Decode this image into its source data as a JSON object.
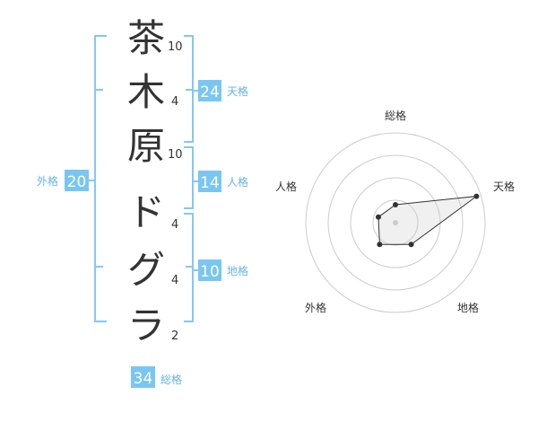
{
  "name": {
    "characters": [
      {
        "char": "茶",
        "strokes": "10"
      },
      {
        "char": "木",
        "strokes": "4"
      },
      {
        "char": "原",
        "strokes": "10"
      },
      {
        "char": "ド",
        "strokes": "4"
      },
      {
        "char": "グ",
        "strokes": "4"
      },
      {
        "char": "ラ",
        "strokes": "2"
      }
    ]
  },
  "fortunes": {
    "tenkaku": {
      "value": "24",
      "label": "天格"
    },
    "jinkaku": {
      "value": "14",
      "label": "人格"
    },
    "chikaku": {
      "value": "10",
      "label": "地格"
    },
    "gaikaku": {
      "value": "20",
      "label": "外格"
    },
    "soukaku": {
      "value": "34",
      "label": "総格"
    }
  },
  "colors": {
    "accent": "#79c6f2",
    "bracket": "#85c7f2",
    "text": "#333333",
    "ring": "#cccccc"
  },
  "radar": {
    "axes": [
      "総格",
      "天格",
      "地格",
      "外格",
      "人格"
    ],
    "levels": 4,
    "values": [
      0.2,
      0.95,
      0.3,
      0.3,
      0.2
    ]
  }
}
